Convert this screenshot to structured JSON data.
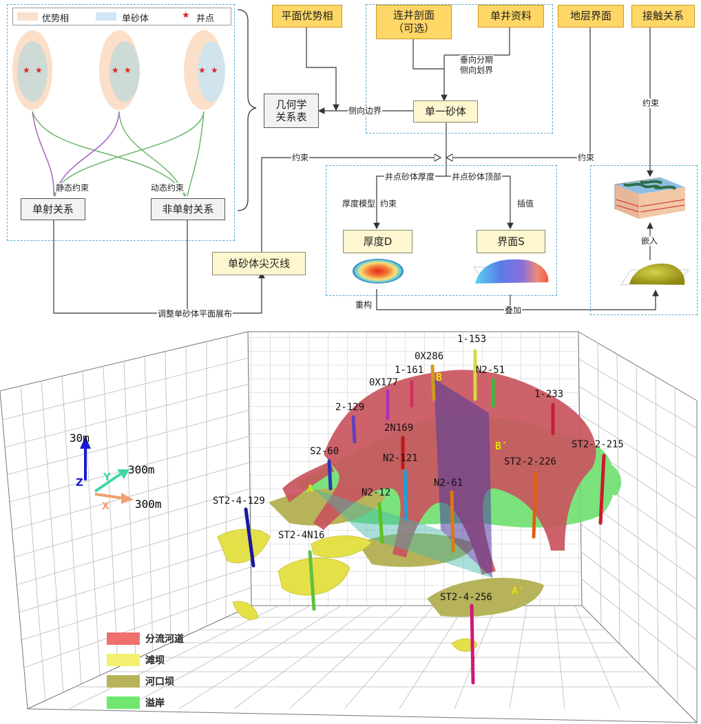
{
  "top_legend": {
    "dominant_facies": "优势相",
    "single_sandbody": "单砂体",
    "well_point": "井点"
  },
  "boxes": {
    "plane_dominant_facies": "平面优势相",
    "cross_well_profile_line1": "连井剖面",
    "cross_well_profile_line2": "（可选）",
    "single_well_data": "单井资料",
    "strata_interface": "地层界面",
    "contact_relation": "接触关系",
    "geometry_table_line1": "几何学",
    "geometry_table_line2": "关系表",
    "single_sandbody": "单一砂体",
    "single_shot_relation": "单射关系",
    "non_single_shot_relation": "非单射关系",
    "pinchout_line": "单砂体尖灭线",
    "thickness_d": "厚度D",
    "interface_s": "界面S"
  },
  "labels": {
    "vertical_staging": "垂向分期",
    "lateral_division": "侧向划界",
    "lateral_boundary": "侧向边界",
    "constraint_left": "约束",
    "constraint_right": "约束",
    "constraint_top": "约束",
    "static_constraint": "静态约束",
    "dynamic_constraint": "动态约束",
    "well_sand_thickness": "井点砂体厚度",
    "well_sand_top": "井点砂体顶部",
    "thickness_model": "厚度模型",
    "constraint_model": "约束",
    "interpolation": "插值",
    "embed": "嵌入",
    "reconstruct": "重构",
    "superimpose": "叠加",
    "adjust_layout": "调整单砂体平面展布"
  },
  "colors": {
    "facies_fill": "#fbe0cc",
    "sand_fill": "#cfe6f4",
    "star": "#e02020",
    "box_yellow": "#ffd766",
    "box_light": "#fdf6cf",
    "purple_curve": "#a65fc4",
    "green_curve": "#6bb56b",
    "channel": "#c9555e",
    "bar": "#e8e36a",
    "mouth_bar": "#b8b55a",
    "overbank": "#66e066"
  },
  "axis": {
    "z_label": "Z",
    "y_label": "Y",
    "x_label": "X",
    "z_scale": "30m",
    "y_scale": "300m",
    "x_scale": "300m"
  },
  "wells": [
    {
      "name": "1-153"
    },
    {
      "name": "0X286"
    },
    {
      "name": "1-161"
    },
    {
      "name": "N2-51"
    },
    {
      "name": "0X177"
    },
    {
      "name": "1-233"
    },
    {
      "name": "2-129"
    },
    {
      "name": "2N169"
    },
    {
      "name": "ST2-2-215"
    },
    {
      "name": "S2-60"
    },
    {
      "name": "N2-121"
    },
    {
      "name": "ST2-2-226"
    },
    {
      "name": "N2-12"
    },
    {
      "name": "N2-61"
    },
    {
      "name": "ST2-4-129"
    },
    {
      "name": "ST2-4N16"
    },
    {
      "name": "ST2-4-256"
    }
  ],
  "section_markers": {
    "a": "A",
    "a_prime": "A′",
    "b": "B",
    "b_prime": "B′"
  },
  "legend_3d": {
    "channel": "分流河道",
    "bar": "滩坝",
    "mouth_bar": "河口坝",
    "overbank": "溢岸"
  }
}
